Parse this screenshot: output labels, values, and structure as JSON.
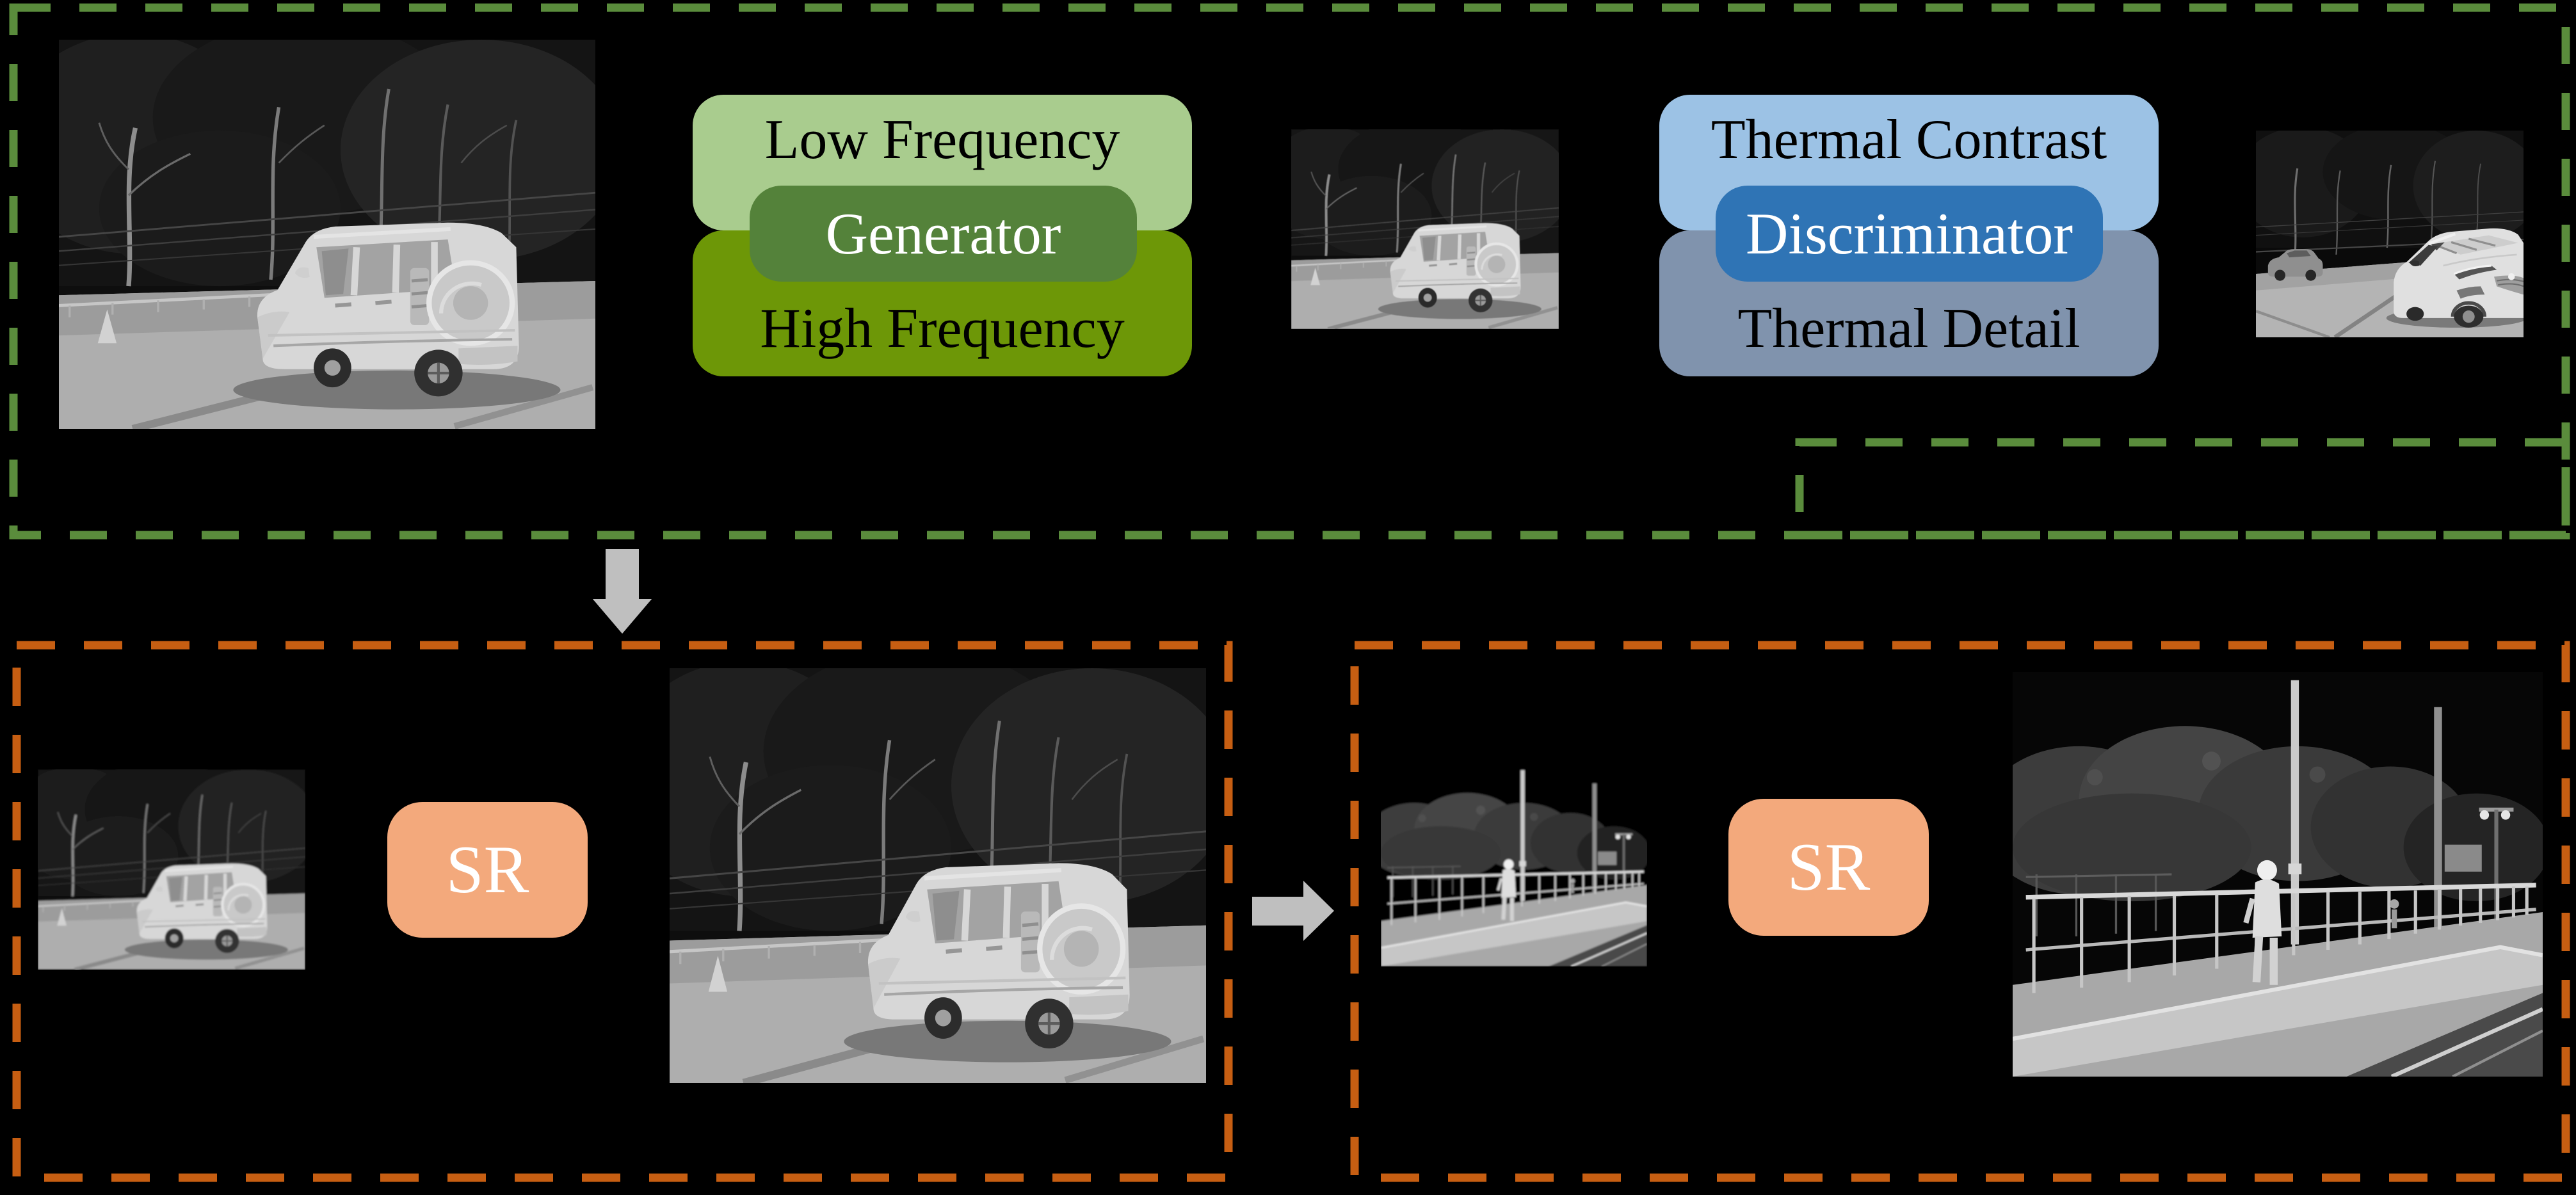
{
  "colors": {
    "canvas_bg": "#000000",
    "green_dash": "#5A8C3C",
    "orange_dash": "#C65E12",
    "light_green": "#A9CC8E",
    "olive_green": "#6D9707",
    "generator_green": "#54823A",
    "light_blue": "#9CC2E5",
    "steel_blue": "#2F74B5",
    "blue_gray": "#8093AD",
    "peach": "#F3A97C",
    "arrow_gray": "#BFBFBF",
    "label_dark": "#000000",
    "label_light": "#FFFFFF"
  },
  "stage1": {
    "generator": {
      "top": "Low Frequency",
      "center": "Generator",
      "bottom": "High Frequency"
    },
    "discriminator": {
      "top": "Thermal Contrast",
      "center": "Discriminator",
      "bottom": "Thermal Detail"
    }
  },
  "stage2": {
    "sr_blocks": [
      {
        "label": "SR"
      },
      {
        "label": "SR"
      }
    ]
  },
  "images": {
    "hr_suv": {
      "label": "Thermal photo: SUV parked by trees (input)"
    },
    "gen_suv": {
      "label": "Thermal photo: generated SUV image"
    },
    "sedan": {
      "label": "Thermal photo: sedan car sample"
    },
    "lr_suv": {
      "label": "Thermal photo: low-resolution SUV"
    },
    "sr_suv": {
      "label": "Thermal photo: super-resolved SUV"
    },
    "lr_street": {
      "label": "Thermal photo: low-resolution street with pedestrian"
    },
    "sr_street": {
      "label": "Thermal photo: super-resolved street with pedestrian"
    }
  }
}
